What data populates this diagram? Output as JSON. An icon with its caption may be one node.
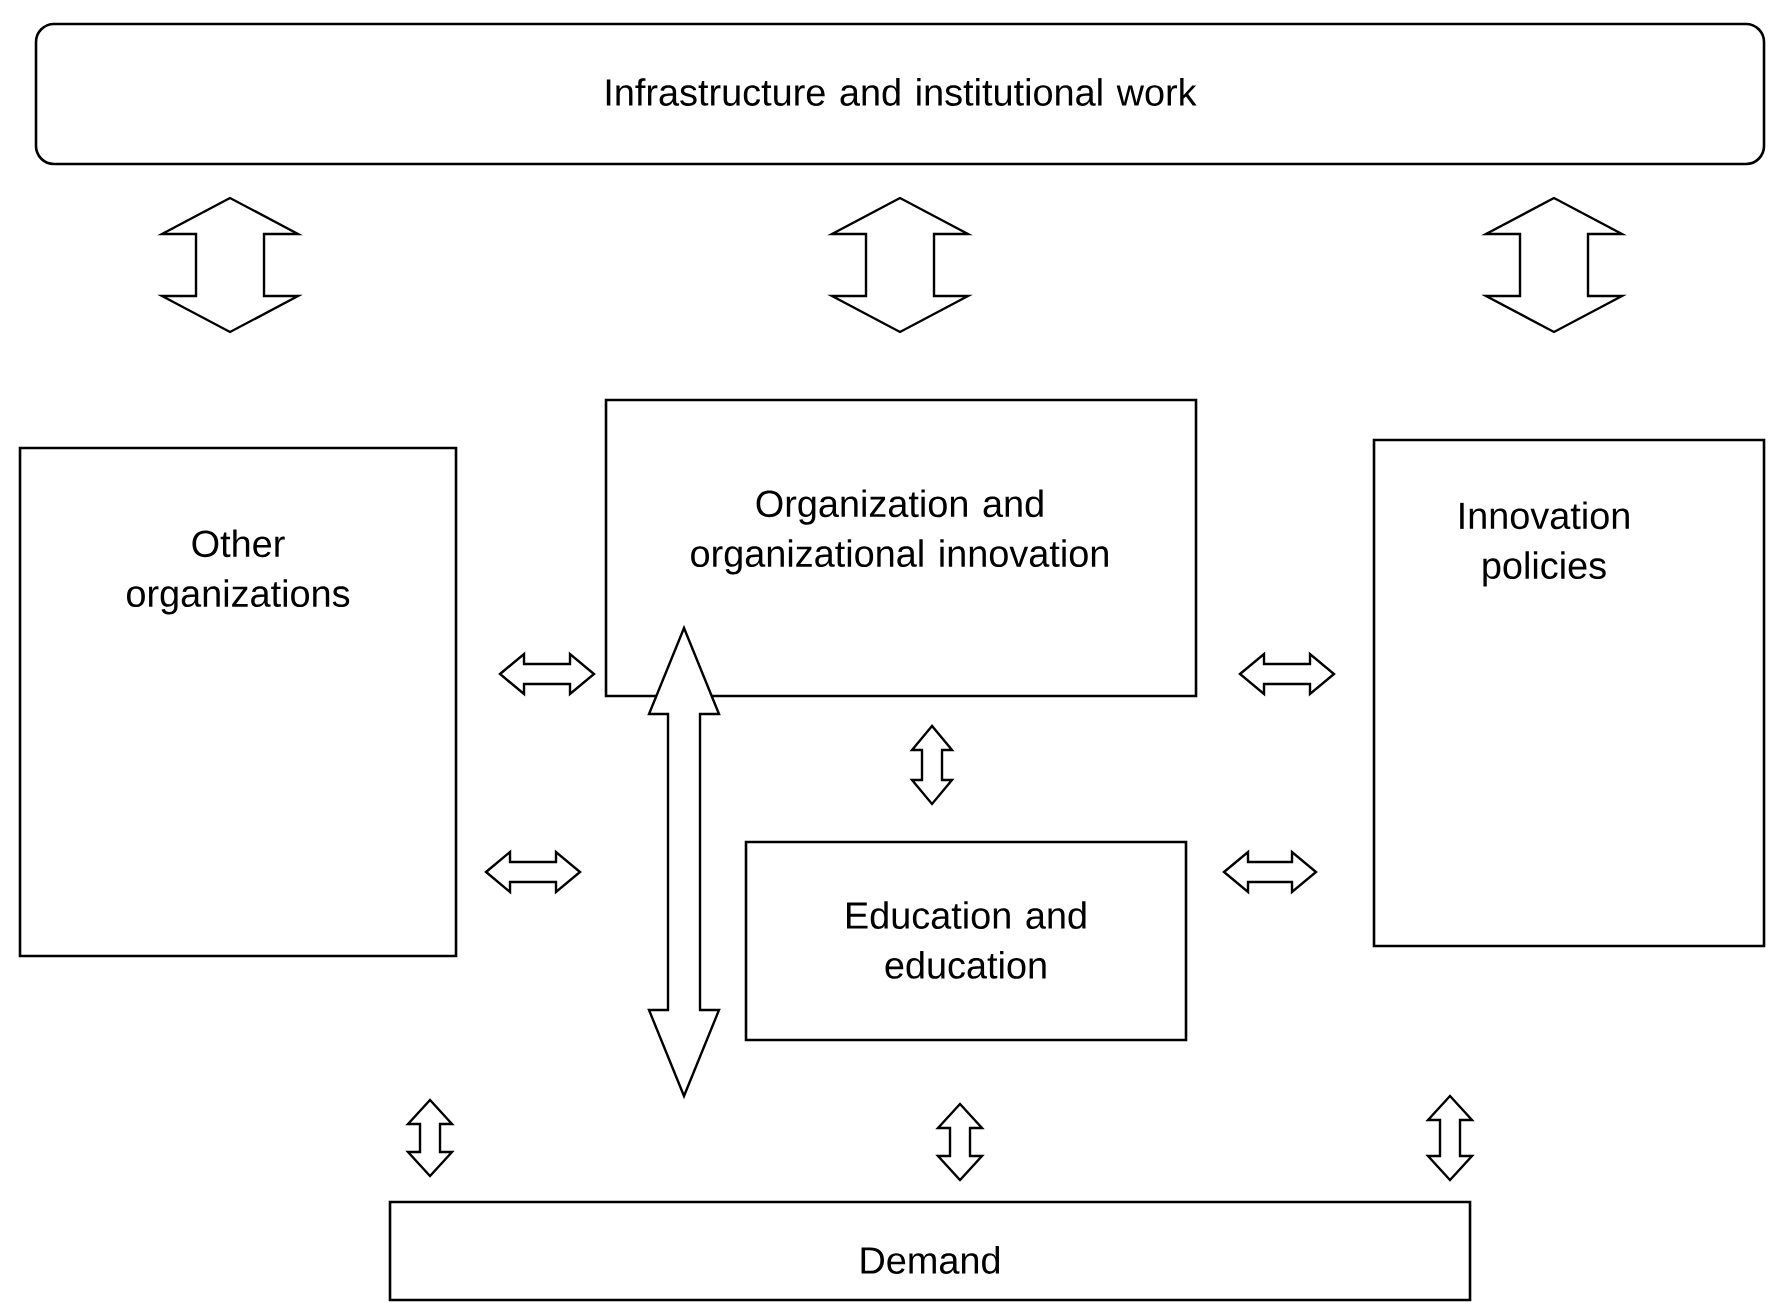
{
  "diagram": {
    "nodes": [
      {
        "text": [
          "Infrastructure and institutional work"
        ]
      },
      {
        "text": [
          "Other organizations"
        ]
      },
      {
        "text": [
          "Organization and organizational innovation"
        ]
      },
      {
        "text": [
          "Innovation policies"
        ]
      },
      {
        "text": [
          "Education and education"
        ]
      },
      {
        "text": [
          "Demand"
        ]
      }
    ],
    "edges": [
      {
        "from": 0,
        "to": 1,
        "arrow": "both"
      },
      {
        "from": 0,
        "to": 2,
        "arrow": "both"
      },
      {
        "from": 0,
        "to": 3,
        "arrow": "both"
      },
      {
        "from": 1,
        "to": 2,
        "arrow": "both"
      },
      {
        "from": 2,
        "to": 3,
        "arrow": "both"
      },
      {
        "from": 2,
        "to": 4,
        "arrow": "both"
      },
      {
        "from": 1,
        "to": null,
        "arrow": "both"
      },
      {
        "from": 4,
        "to": 3,
        "arrow": "both"
      },
      {
        "from": 2,
        "to": 5,
        "arrow": "both"
      },
      {
        "from": null,
        "to": 5,
        "arrow": "both"
      },
      {
        "from": 4,
        "to": 5,
        "arrow": "both"
      },
      {
        "from": null,
        "to": 5,
        "arrow": "both"
      }
    ]
  }
}
